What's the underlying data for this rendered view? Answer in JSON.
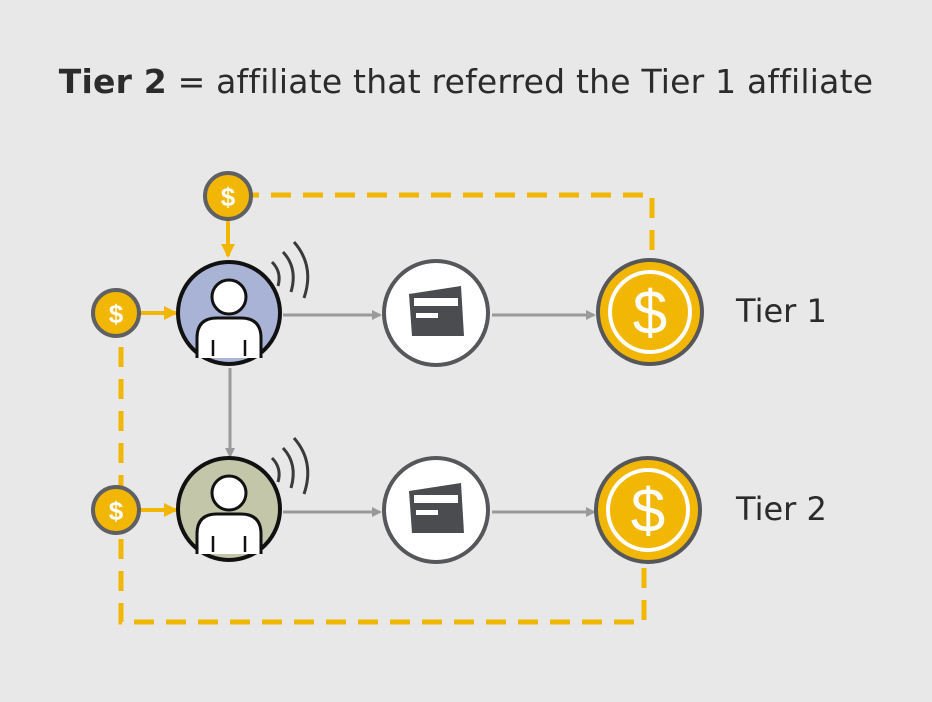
{
  "title": {
    "bold": "Tier 2",
    "rest": " = affiliate that referred the Tier 1 affiliate"
  },
  "tiers": [
    {
      "label": "Tier 1"
    },
    {
      "label": "Tier 2"
    }
  ],
  "coin_symbol": "$",
  "colors": {
    "background": "#e8e8e8",
    "gold": "#f2b705",
    "gold_dark": "#d49a00",
    "ring": "#55575a",
    "arrow_gray": "#9a9a9a",
    "affiliate1_fill": "#a9b3d6",
    "affiliate2_fill": "#c3c6a9"
  },
  "icons": {
    "affiliate": "person-icon",
    "signal": "signal-waves-icon",
    "purchase": "credit-card-icon",
    "commission": "dollar-coin-icon"
  }
}
